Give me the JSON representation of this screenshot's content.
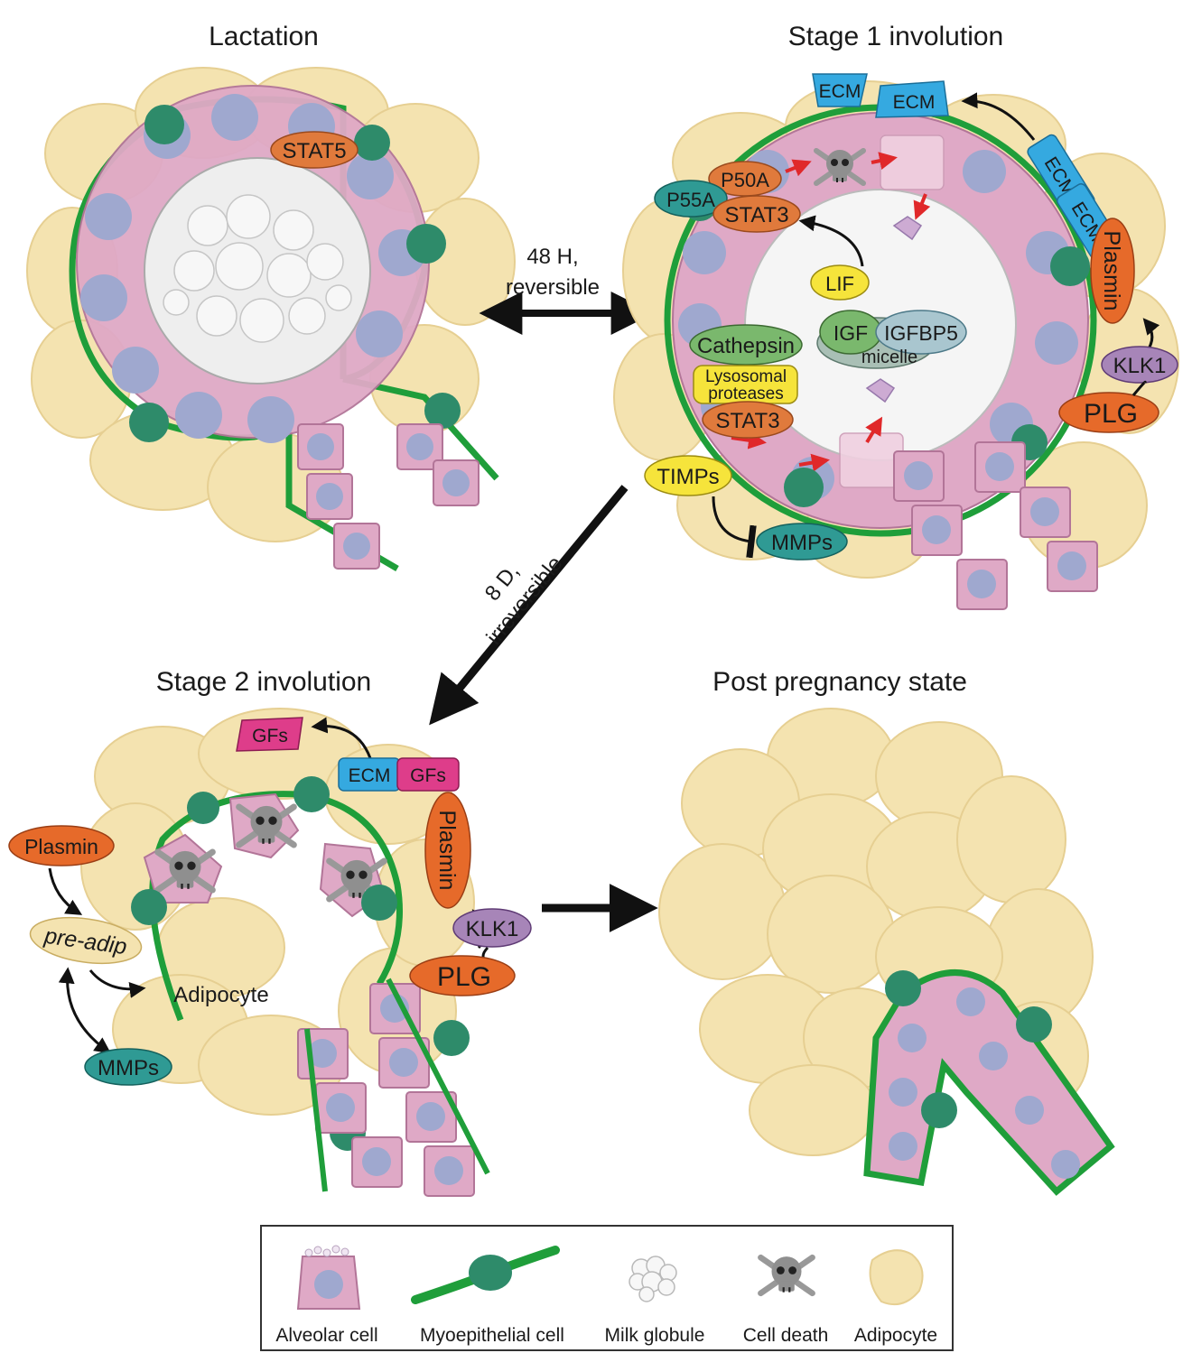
{
  "panels": {
    "lactation": "Lactation",
    "stage1": "Stage 1 involution",
    "stage2": "Stage 2 involution",
    "post": "Post pregnancy state"
  },
  "arrows": {
    "a48_line1": "48 H,",
    "a48_line2": "reversible",
    "a8_line1": "8 D,",
    "a8_line2": "irreversible"
  },
  "molecules": {
    "stat5": "STAT5",
    "ecm": "ECM",
    "p50a": "P50A",
    "p55a": "P55A",
    "stat3": "STAT3",
    "lif": "LIF",
    "igf": "IGF",
    "igfbp5": "IGFBP5",
    "micelle": "micelle",
    "cathepsin": "Cathepsin",
    "lyso1": "Lysosomal",
    "lyso2": "proteases",
    "plasmin": "Plasmin",
    "klk1": "KLK1",
    "plg": "PLG",
    "timps": "TIMPs",
    "mmps": "MMPs",
    "gfs": "GFs",
    "preadip": "pre-adip",
    "adipocyte": "Adipocyte"
  },
  "legend": {
    "alveolar": "Alveolar cell",
    "myoepithelial": "Myoepithelial cell",
    "milk": "Milk globule",
    "death": "Cell death",
    "adipocyte": "Adipocyte"
  },
  "colors": {
    "fat": "#f4e3b0",
    "alveolar": "#dfa9c6",
    "nucleus": "#9fa8cf",
    "myo_band": "#1f9e3a",
    "myo_nucleus": "#2e8b6a",
    "stat": "#e07a3c",
    "ecm": "#35a9e0",
    "gfs": "#de3d8a",
    "plasmin": "#e66a2a",
    "klk": "#a785b8",
    "yellow": "#f6e43b",
    "green": "#7ab86d",
    "teal": "#2f9a94",
    "grey": "#a9bfb5"
  }
}
